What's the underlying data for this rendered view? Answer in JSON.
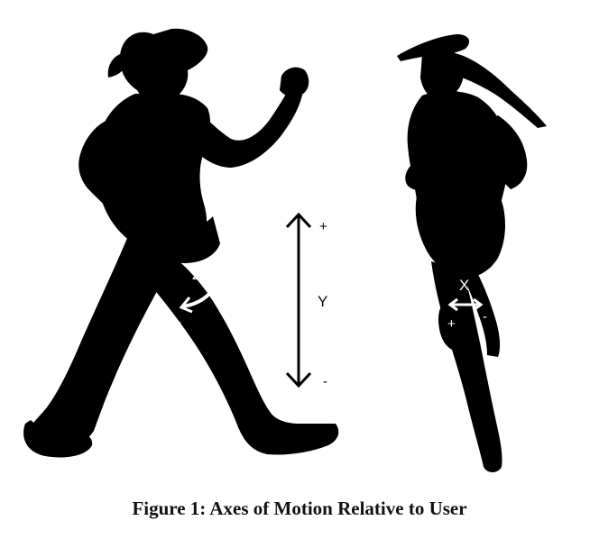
{
  "figure": {
    "caption": "Figure 1: Axes of Motion Relative to User",
    "axes": {
      "y": {
        "label": "Y",
        "plus": "+",
        "minus": "-"
      },
      "z": {
        "label": "Z",
        "plus": "+",
        "minus": "-"
      },
      "x": {
        "label": "X",
        "plus": "+",
        "minus": "-"
      }
    },
    "colors": {
      "silhouette": "#000000",
      "overlay": "#ffffff",
      "axis": "#000000"
    }
  }
}
